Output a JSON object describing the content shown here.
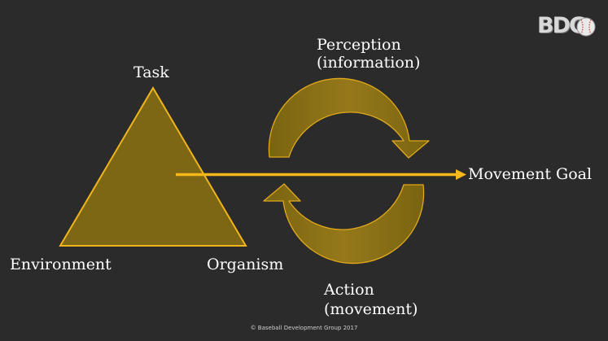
{
  "logo": {
    "text": "BDG",
    "icon": "baseball-icon"
  },
  "labels": {
    "task": "Task",
    "environment": "Environment",
    "organism": "Organism",
    "movement_goal": "Movement Goal",
    "perception_line1": "Perception",
    "perception_line2": "(information)",
    "action_line1": "Action",
    "action_line2": "(movement)"
  },
  "footer": {
    "copyright": "© Baseball Development Group 2017"
  },
  "colors": {
    "background": "#2b2b2b",
    "fill": "#7d6614",
    "stroke": "#f0b51c",
    "text": "#ffffff"
  }
}
